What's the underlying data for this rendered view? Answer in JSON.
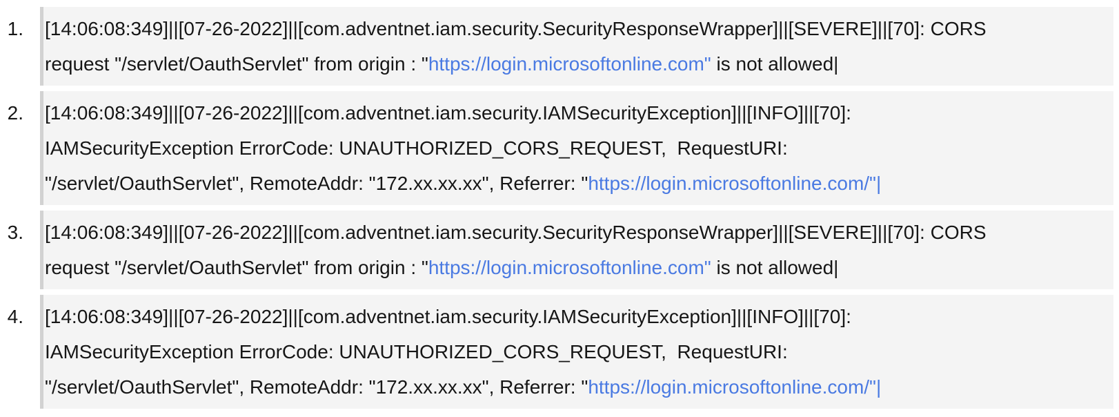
{
  "colors": {
    "page_background": "#ffffff",
    "block_background": "#f4f4f4",
    "block_border": "#d2d2d2",
    "text": "#161616",
    "link": "#4a7ae2"
  },
  "log_list": {
    "items": [
      {
        "number": "1.",
        "lines": [
          {
            "segments": [
              {
                "text": "[14:06:08:349]||[07-26-2022]||[com.adventnet.iam.security.SecurityResponseWrapper]||[SEVERE]||[70]: CORS",
                "link": false
              }
            ]
          },
          {
            "segments": [
              {
                "text": "request \"/servlet/OauthServlet\" from origin : \"",
                "link": false
              },
              {
                "text": "https://login.microsoftonline.com\"",
                "link": true
              },
              {
                "text": " is not allowed|",
                "link": false
              }
            ]
          }
        ]
      },
      {
        "number": "2.",
        "lines": [
          {
            "segments": [
              {
                "text": "[14:06:08:349]||[07-26-2022]||[com.adventnet.iam.security.IAMSecurityException]||[INFO]||[70]:",
                "link": false
              }
            ]
          },
          {
            "segments": [
              {
                "text": "IAMSecurityException ErrorCode: UNAUTHORIZED_CORS_REQUEST,  RequestURI:",
                "link": false
              }
            ]
          },
          {
            "segments": [
              {
                "text": "\"/servlet/OauthServlet\", RemoteAddr: \"172.xx.xx.xx\", Referrer: \"",
                "link": false
              },
              {
                "text": "https://login.microsoftonline.com/\"|",
                "link": true
              }
            ]
          }
        ]
      },
      {
        "number": "3.",
        "lines": [
          {
            "segments": [
              {
                "text": "[14:06:08:349]||[07-26-2022]||[com.adventnet.iam.security.SecurityResponseWrapper]||[SEVERE]||[70]: CORS",
                "link": false
              }
            ]
          },
          {
            "segments": [
              {
                "text": "request \"/servlet/OauthServlet\" from origin : \"",
                "link": false
              },
              {
                "text": "https://login.microsoftonline.com\"",
                "link": true
              },
              {
                "text": " is not allowed|",
                "link": false
              }
            ]
          }
        ]
      },
      {
        "number": "4.",
        "lines": [
          {
            "segments": [
              {
                "text": "[14:06:08:349]||[07-26-2022]||[com.adventnet.iam.security.IAMSecurityException]||[INFO]||[70]:",
                "link": false
              }
            ]
          },
          {
            "segments": [
              {
                "text": "IAMSecurityException ErrorCode: UNAUTHORIZED_CORS_REQUEST,  RequestURI:",
                "link": false
              }
            ]
          },
          {
            "segments": [
              {
                "text": "\"/servlet/OauthServlet\", RemoteAddr: \"172.xx.xx.xx\", Referrer: \"",
                "link": false
              },
              {
                "text": "https://login.microsoftonline.com/\"|",
                "link": true
              }
            ]
          }
        ]
      }
    ]
  }
}
